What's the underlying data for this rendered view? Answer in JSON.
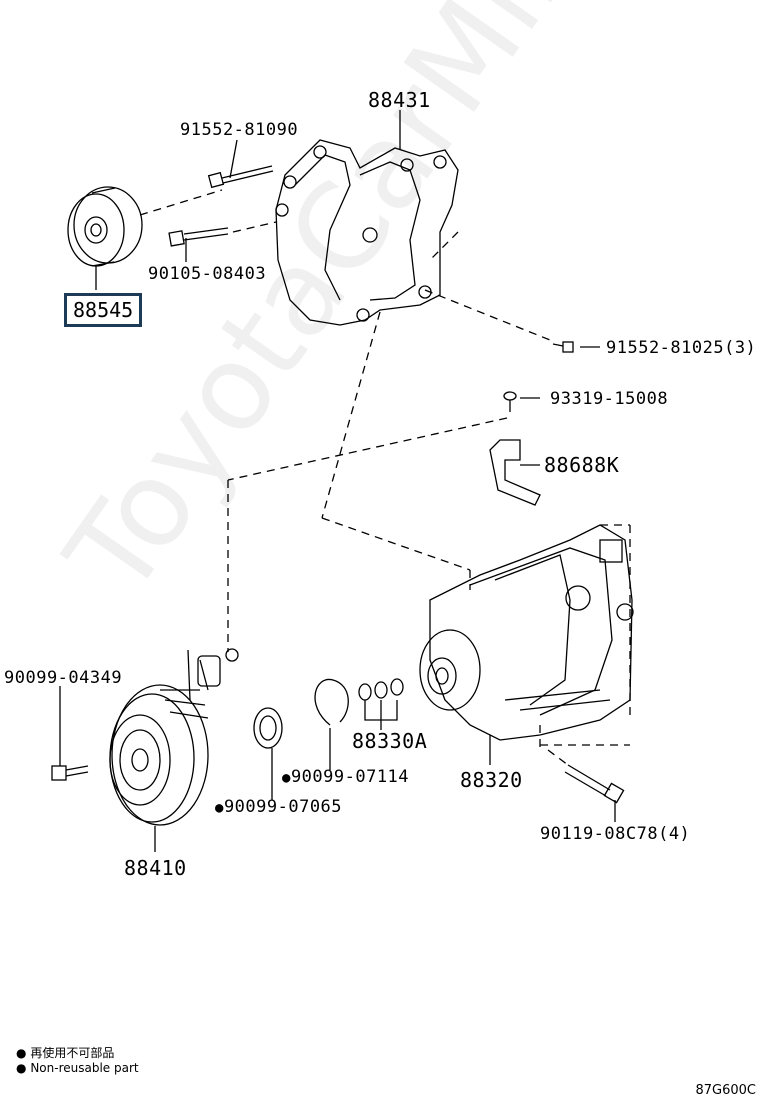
{
  "watermark": "ToyotaCarMine.ru",
  "parts": {
    "p88431": "88431",
    "p91552_81090": "91552-81090",
    "p88545": "88545",
    "p90105_08403": "90105-08403",
    "p91552_81025": "91552-81025(3)",
    "p93319_15008": "93319-15008",
    "p88688K": "88688K",
    "p90099_04349": "90099-04349",
    "p88330A": "88330A",
    "p90099_07114": "90099-07114",
    "p90099_07065": "90099-07065",
    "p88320": "88320",
    "p90119_08C78": "90119-08C78(4)",
    "p88410": "88410"
  },
  "bullet": "●",
  "legend": {
    "cn": "再使用不可部品",
    "en": "Non-reusable part"
  },
  "diagram_code": "87G600C",
  "accent_color": "#1d3a57"
}
